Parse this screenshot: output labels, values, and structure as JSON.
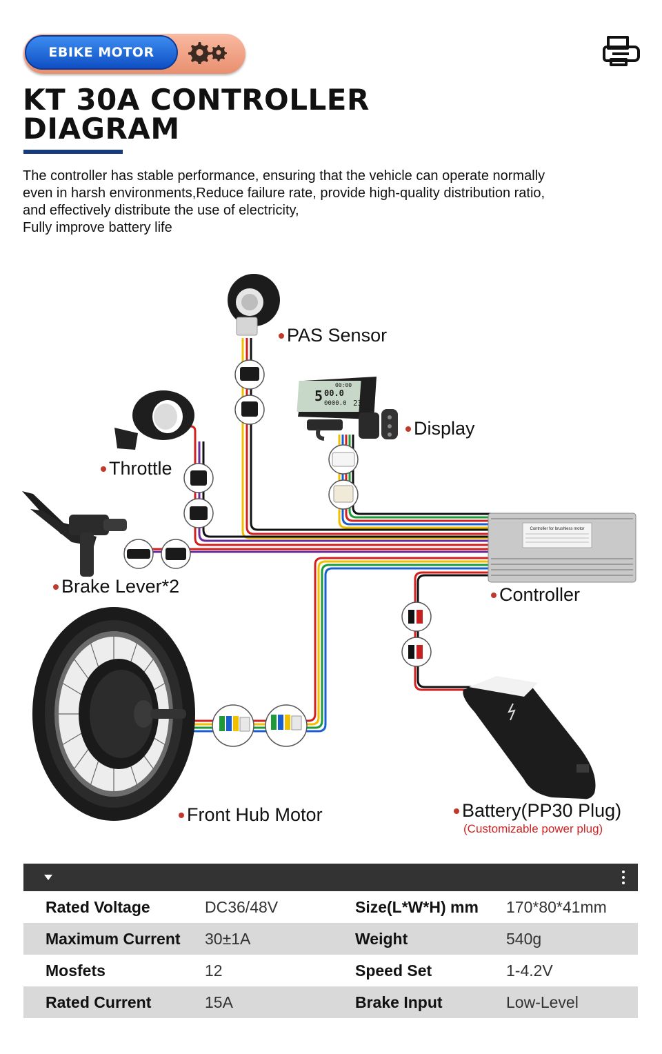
{
  "badge": {
    "label": "EBIKE MOTOR",
    "icon": "gears-icon"
  },
  "header_icon": "printer-icon",
  "title": {
    "line1": "KT 30A CONTROLLER",
    "line2": "DIAGRAM"
  },
  "description": [
    "The controller has stable performance, ensuring that the vehicle can operate normally",
    "even in harsh environments,Reduce failure rate, provide high-quality distribution ratio,",
    "and effectively distribute the use of electricity,",
    "Fully improve battery life"
  ],
  "diagram": {
    "labels": {
      "pas_sensor": "PAS Sensor",
      "display": "Display",
      "throttle": "Throttle",
      "brake_lever": "Brake Lever*2",
      "controller": "Controller",
      "front_hub_motor": "Front Hub Motor",
      "battery": "Battery(PP30 Plug)",
      "battery_note": "(Customizable power plug)"
    },
    "lcd": {
      "top": "00:00",
      "speed": "00.0",
      "gear": "5",
      "odo": "0000.0",
      "volt": "23"
    },
    "controller_plate": "Controller for brushless motor",
    "colors": {
      "red": "#d22020",
      "yellow": "#f0c000",
      "blue": "#1a5fd0",
      "purple": "#6a2a9a",
      "green": "#1f9a3a",
      "black": "#111111"
    }
  },
  "specs": {
    "rows": [
      {
        "k1": "Rated Voltage",
        "v1": "DC36/48V",
        "k2": "Size(L*W*H) mm",
        "v2": "170*80*41mm"
      },
      {
        "k1": "Maximum Current",
        "v1": "30±1A",
        "k2": "Weight",
        "v2": "540g"
      },
      {
        "k1": "Mosfets",
        "v1": "12",
        "k2": "Speed Set",
        "v2": "1-4.2V"
      },
      {
        "k1": "Rated Current",
        "v1": "15A",
        "k2": "Brake Input",
        "v2": "Low-Level"
      }
    ]
  }
}
